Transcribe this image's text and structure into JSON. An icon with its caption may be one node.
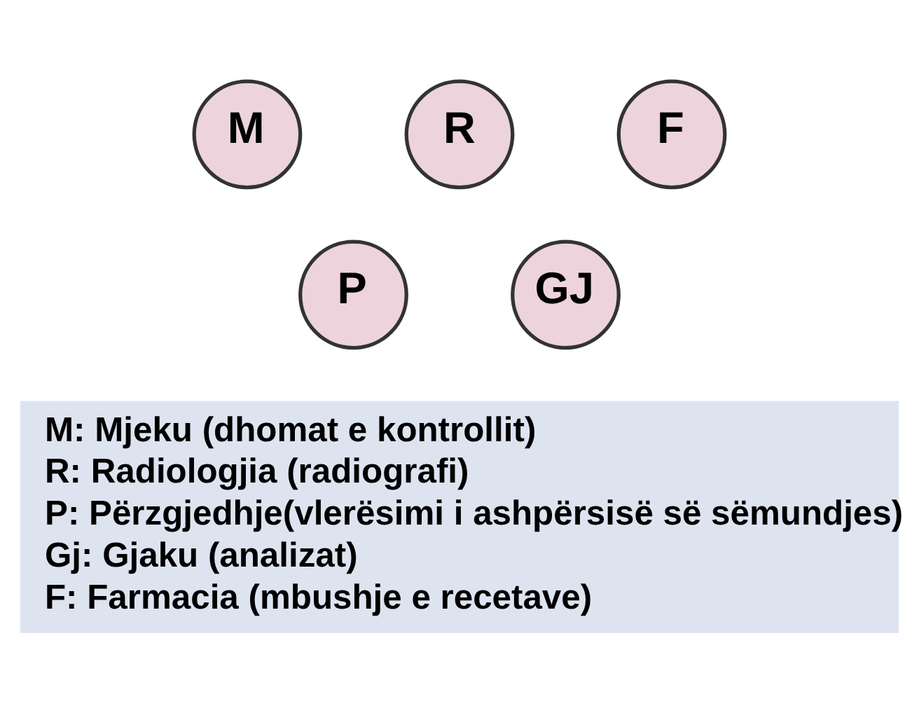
{
  "diagram": {
    "nodes": [
      {
        "text": [
          "M"
        ]
      },
      {
        "text": [
          "R"
        ]
      },
      {
        "text": [
          "F"
        ]
      },
      {
        "text": [
          "P"
        ]
      },
      {
        "text": [
          "GJ"
        ]
      },
      {
        "text": [
          "M: Mjeku (dhomat e kontrollit)",
          "R: Radiologjia (radiografi)",
          "P: Përzgjedhje(vlerësimi i ashpërsisë së sëmundjes)",
          "Gj: Gjaku (analizat)",
          "F: Farmacia (mbushje e recetave)"
        ]
      }
    ]
  }
}
